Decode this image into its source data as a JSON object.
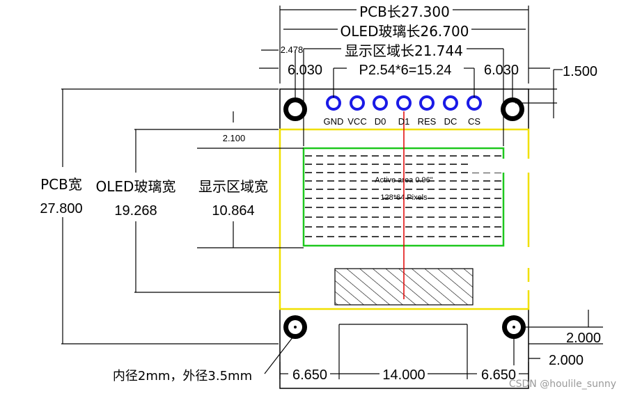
{
  "dims": {
    "pcb_length": "PCB长27.300",
    "oled_glass_length": "OLED玻璃长26.700",
    "display_area_length": "显示区域长21.744",
    "hole_offset_small": "2.478",
    "left_edge": "6.030",
    "pin_pitch": "P2.54*6=15.24",
    "right_edge": "6.030",
    "top_margin": "1.500",
    "top_gap": "2.100",
    "pcb_width_label": "PCB宽",
    "pcb_width_value": "27.800",
    "oled_width_label": "OLED玻璃宽",
    "oled_width_value": "19.268",
    "display_width_label": "显示区域宽",
    "display_width_value": "10.864",
    "hole_note": "内径2mm，外径3.5mm",
    "bottom_left": "6.650",
    "bottom_center": "14.000",
    "bottom_right": "6.650",
    "bottom_vert": "2.000",
    "bottom_horiz": "2.000"
  },
  "pins": [
    "GND",
    "VCC",
    "D0",
    "D1",
    "RES",
    "DC",
    "CS"
  ],
  "active_area": {
    "line1": "Active area 0.96\"",
    "line2": "128*64 Pixels"
  },
  "watermark": "CSDN @houlile_sunny",
  "colors": {
    "pin": "#1a1ae6",
    "glass_border": "#f0e000",
    "display_border": "#1ec81e",
    "center_line": "#e00000"
  }
}
